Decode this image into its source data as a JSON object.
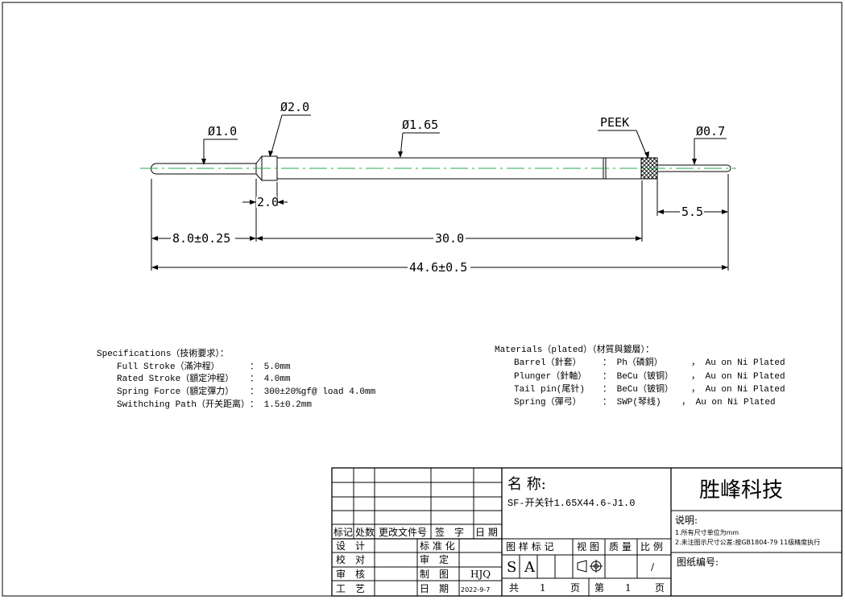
{
  "dims": {
    "d_plunger": "Ø1.0",
    "d_collar": "Ø2.0",
    "d_barrel": "Ø1.65",
    "insulator": "PEEK",
    "d_tail": "Ø0.7",
    "len_collar": "2.0",
    "len_tail": "5.5",
    "len_plunger": "8.0±0.25",
    "len_barrel": "30.0",
    "len_total": "44.6±0.5"
  },
  "specs": {
    "title": "Specifications（技術要求）：",
    "rows": [
      {
        "name": "Full Stroke（滿沖程）",
        "value": "： 5.0mm"
      },
      {
        "name": "Rated Stroke（額定沖程）",
        "value": "： 4.0mm"
      },
      {
        "name": "Spring Force（額定彈力）",
        "value": "： 300±20%gf@ load 4.0mm"
      },
      {
        "name": "Swithching Path（开关距离）",
        "value": "： 1.5±0.2mm"
      }
    ]
  },
  "materials": {
    "title": "Materials（plated）（材質與鍍層）：",
    "rows": [
      {
        "part": "Barrel（針套）",
        "mat": "： Ph（磷銅）",
        "plate": "， Au on Ni Plated"
      },
      {
        "part": "Plunger（針軸）",
        "mat": "： BeCu（铍铜）",
        "plate": "， Au on Ni Plated"
      },
      {
        "part": "Tail pin(尾针)",
        "mat": "： BeCu（铍铜）",
        "plate": "， Au on Ni Plated"
      },
      {
        "part": "Spring（彈弓）",
        "mat": "： SWP(琴线)",
        "plate": "， Au on Ni Plated"
      }
    ]
  },
  "titleblock": {
    "rev_headers": [
      "标记",
      "处数",
      "更改文件号",
      "签　字",
      "日 期"
    ],
    "left_labels": [
      "设　计",
      "校　对",
      "审　核",
      "工　艺"
    ],
    "mid_labels": [
      "标 准 化",
      "审　定",
      "制　图",
      "日　期"
    ],
    "drafter": "HJQ",
    "date": "2022-9-7",
    "name_label": "名 称:",
    "name_value": "SF-开关针1.65X44.6-J1.0",
    "sample_label": "图 样 标 记",
    "sample_cells": [
      "S",
      "A"
    ],
    "view_label": "视 图",
    "mass_label": "质 量",
    "scale_label": "比 例",
    "scale_value": "/",
    "total_prefix": "共",
    "total_pages": "1",
    "page_unit": "页",
    "sheet_prefix": "第",
    "sheet_no": "1",
    "company": "胜峰科技",
    "notes_title": "说明:",
    "notes": [
      "1.所有尺寸单位为mm",
      "2.未注图示尺寸公差:按GB1804-79 11级精度执行"
    ],
    "drawing_no_label": "图纸编号:"
  },
  "colors": {
    "centerline": "#2aa84a",
    "ink": "#000000"
  }
}
